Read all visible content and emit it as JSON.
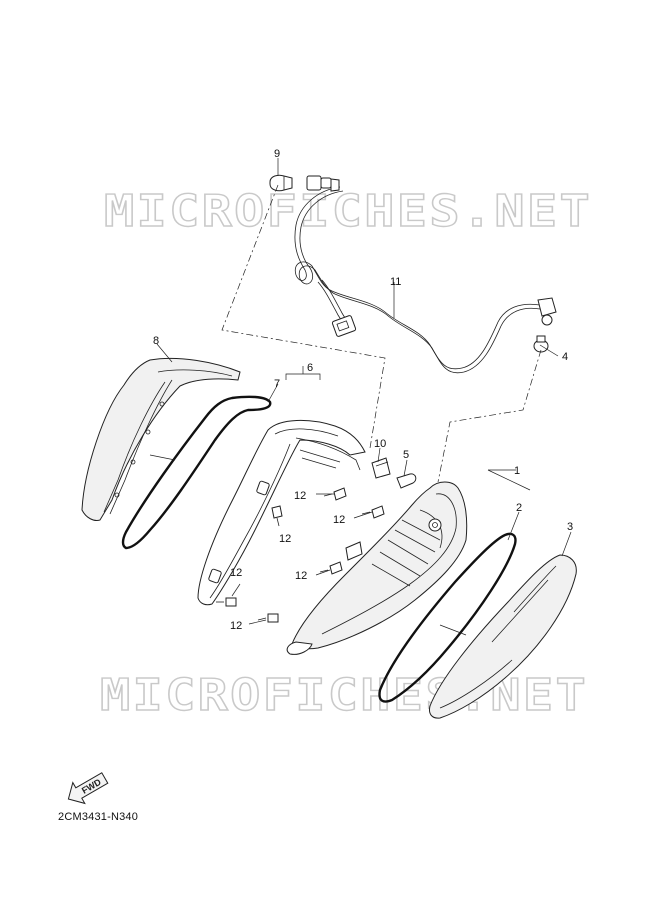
{
  "diagram": {
    "part_number": "2CM3431-N340",
    "watermark": "MICROFICHES.NET",
    "direction_label": "FWD",
    "callouts": [
      {
        "id": "c1",
        "label": "1"
      },
      {
        "id": "c2",
        "label": "2"
      },
      {
        "id": "c3",
        "label": "3"
      },
      {
        "id": "c4",
        "label": "4"
      },
      {
        "id": "c5",
        "label": "5"
      },
      {
        "id": "c6",
        "label": "6"
      },
      {
        "id": "c7",
        "label": "7"
      },
      {
        "id": "c8",
        "label": "8"
      },
      {
        "id": "c9",
        "label": "9"
      },
      {
        "id": "c10",
        "label": "10"
      },
      {
        "id": "c11",
        "label": "11"
      },
      {
        "id": "c12a",
        "label": "12"
      },
      {
        "id": "c12b",
        "label": "12"
      },
      {
        "id": "c12c",
        "label": "12"
      },
      {
        "id": "c12d",
        "label": "12"
      },
      {
        "id": "c12e",
        "label": "12"
      },
      {
        "id": "c12f",
        "label": "12"
      }
    ]
  }
}
